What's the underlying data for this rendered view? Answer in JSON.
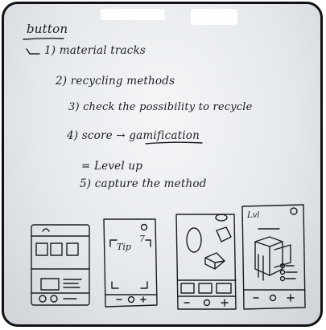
{
  "notes": {
    "heading": "button",
    "lines": [
      "1) material tracks",
      "2) recycling methods",
      "3) check the possibility to recycle",
      "4) score → gamification",
      "= Level up",
      "5) capture the method"
    ]
  },
  "sketch": {
    "screen2_label": "Tip",
    "screen2_mark": "7",
    "screen4_label": "Lvl"
  },
  "colors": {
    "ink": "#1b1d22",
    "board": "#e9ecef"
  }
}
